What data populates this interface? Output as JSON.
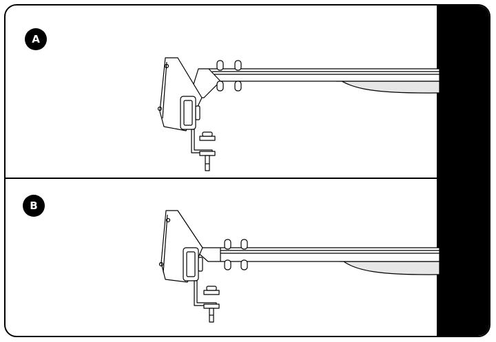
{
  "panels": [
    {
      "label": "A"
    },
    {
      "label": "B"
    }
  ],
  "colors": {
    "ink": "#000000",
    "paper": "#ffffff",
    "shadow": "#e6e6e6"
  },
  "icons": {
    "side_strip": "black-bar"
  }
}
